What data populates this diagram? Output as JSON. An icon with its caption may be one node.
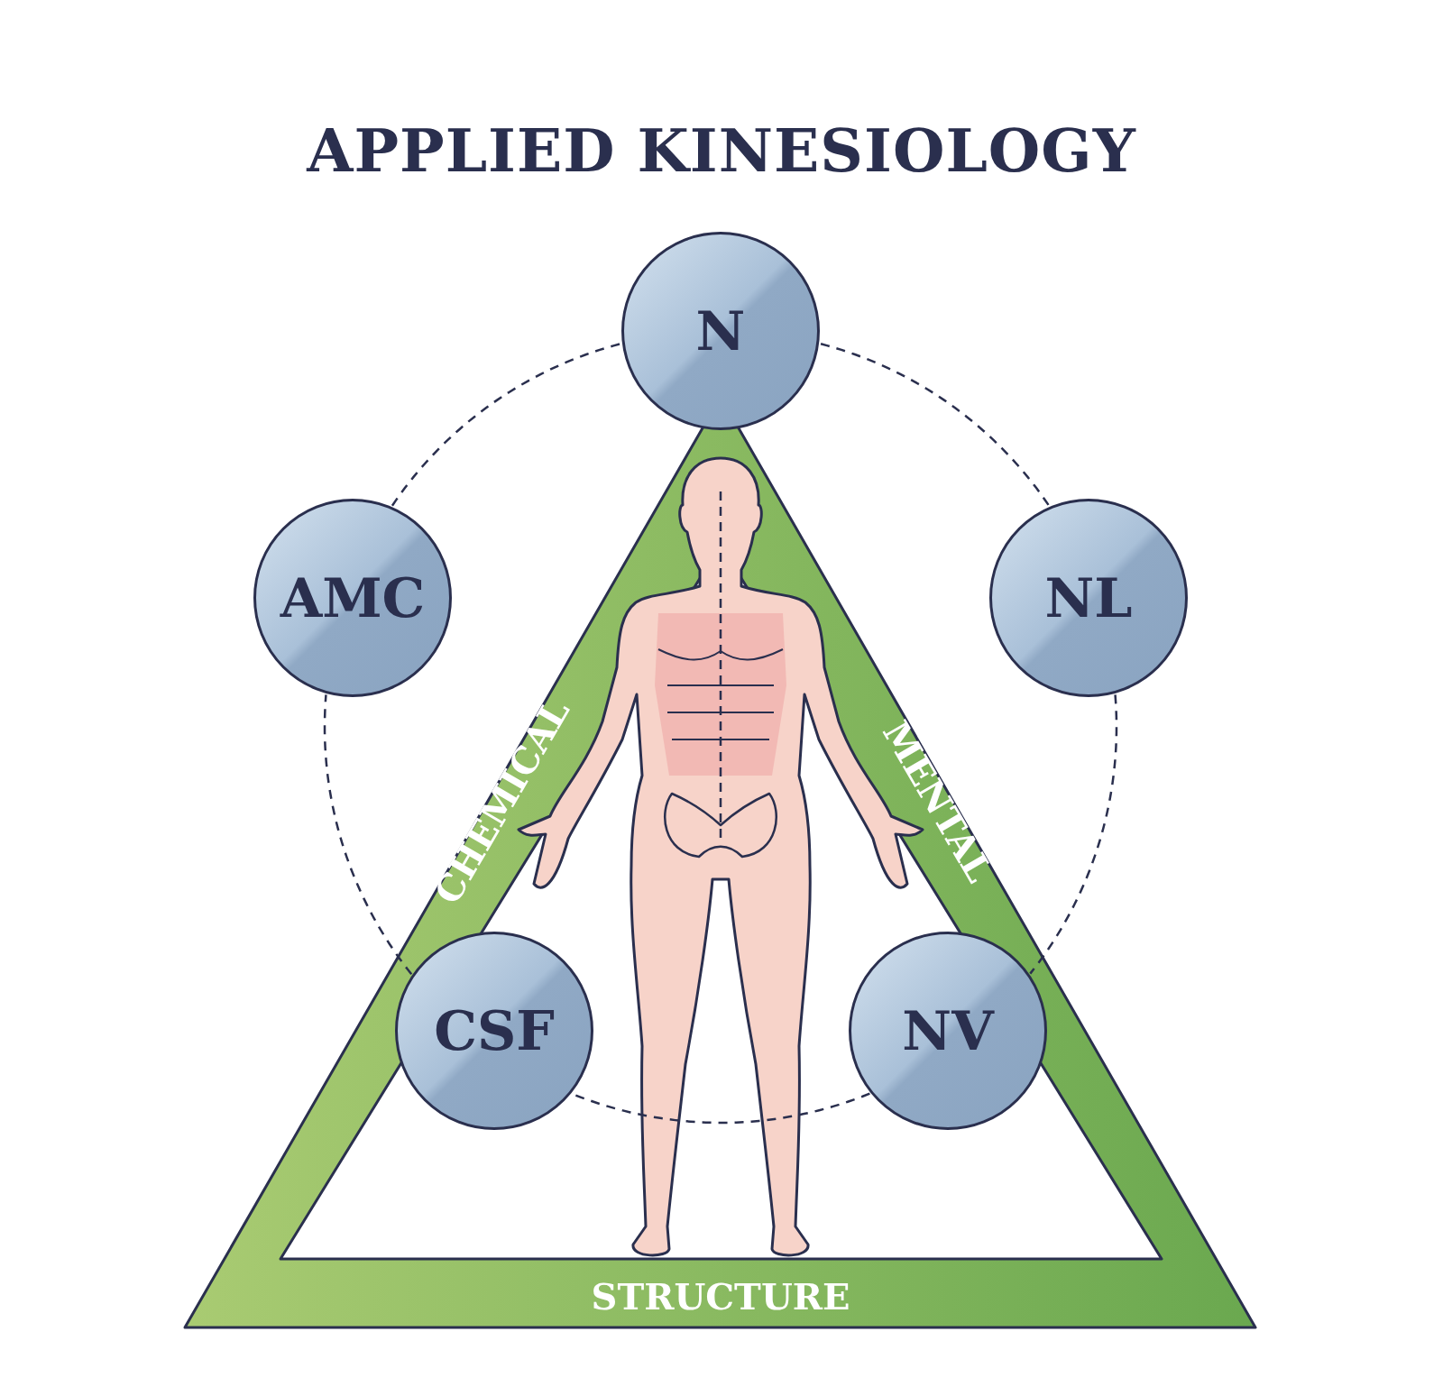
{
  "diagram": {
    "title": "APPLIED KINESIOLOGY",
    "nodes": [
      {
        "text": [
          "N"
        ]
      },
      {
        "text": [
          "NL"
        ]
      },
      {
        "text": [
          "NV"
        ]
      },
      {
        "text": [
          "CSF"
        ]
      },
      {
        "text": [
          "AMC"
        ]
      }
    ],
    "edges": [
      {
        "from": 0,
        "to": 1,
        "arrow": "none",
        "style": "dashed"
      },
      {
        "from": 1,
        "to": 2,
        "arrow": "none",
        "style": "dashed"
      },
      {
        "from": 2,
        "to": 3,
        "arrow": "none",
        "style": "dashed"
      },
      {
        "from": 3,
        "to": 4,
        "arrow": "none",
        "style": "dashed"
      },
      {
        "from": 4,
        "to": 0,
        "arrow": "none",
        "style": "dashed"
      }
    ],
    "labels": [
      "CHEMICAL",
      "MENTAL",
      "STRUCTURE"
    ]
  }
}
